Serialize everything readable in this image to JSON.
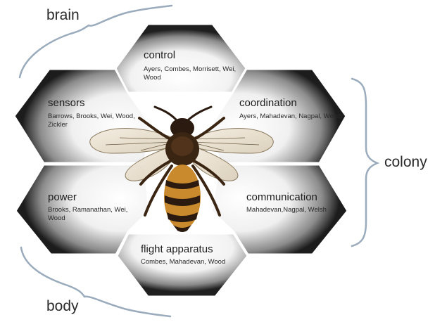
{
  "diagram": {
    "brace_labels": {
      "brain": "brain",
      "colony": "colony",
      "body": "body"
    },
    "cells": {
      "control": {
        "title": "control",
        "names": "Ayers, Combes, Morrisett, Wei, Wood"
      },
      "sensors": {
        "title": "sensors",
        "names": "Barrows, Brooks, Wei, Wood, Zickler"
      },
      "coordination": {
        "title": "coordination",
        "names": "Ayers, Mahadevan, Nagpal, Welsh"
      },
      "power": {
        "title": "power",
        "names": "Brooks, Ramanathan, Wei, Wood"
      },
      "communication": {
        "title": "communication",
        "names": "Mahadevan,Nagpal, Welsh"
      },
      "flight": {
        "title": "flight apparatus",
        "names": "Combes, Mahadevan, Wood"
      }
    },
    "colors": {
      "hex_dark": "#1a1a1a",
      "hex_light": "#ffffff",
      "brace": "#9aabbc",
      "bee_body": "#c98a2e",
      "bee_dark": "#2a1a10"
    }
  }
}
